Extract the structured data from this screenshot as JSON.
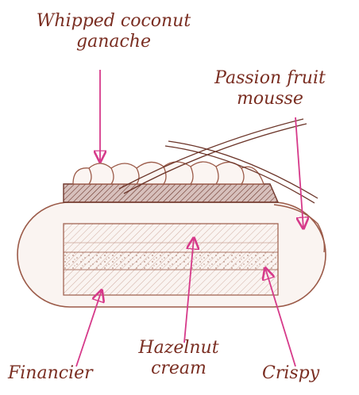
{
  "labels": {
    "whipped_line1": "Whipped coconut",
    "whipped_line2": "ganache",
    "passion_line1": "Passion fruit",
    "passion_line2": "mousse",
    "hazelnut_line1": "Hazelnut",
    "hazelnut_line2": "cream",
    "financier": "Financier",
    "crispy": "Crispy"
  },
  "colors": {
    "ink": "#7a2e22",
    "arrow": "#d63a8a",
    "sketch": "#9b5a48",
    "chocolate_band": "#8b4a3e",
    "cream_fill": "#f6ece6",
    "hatch": "#c9a396"
  }
}
